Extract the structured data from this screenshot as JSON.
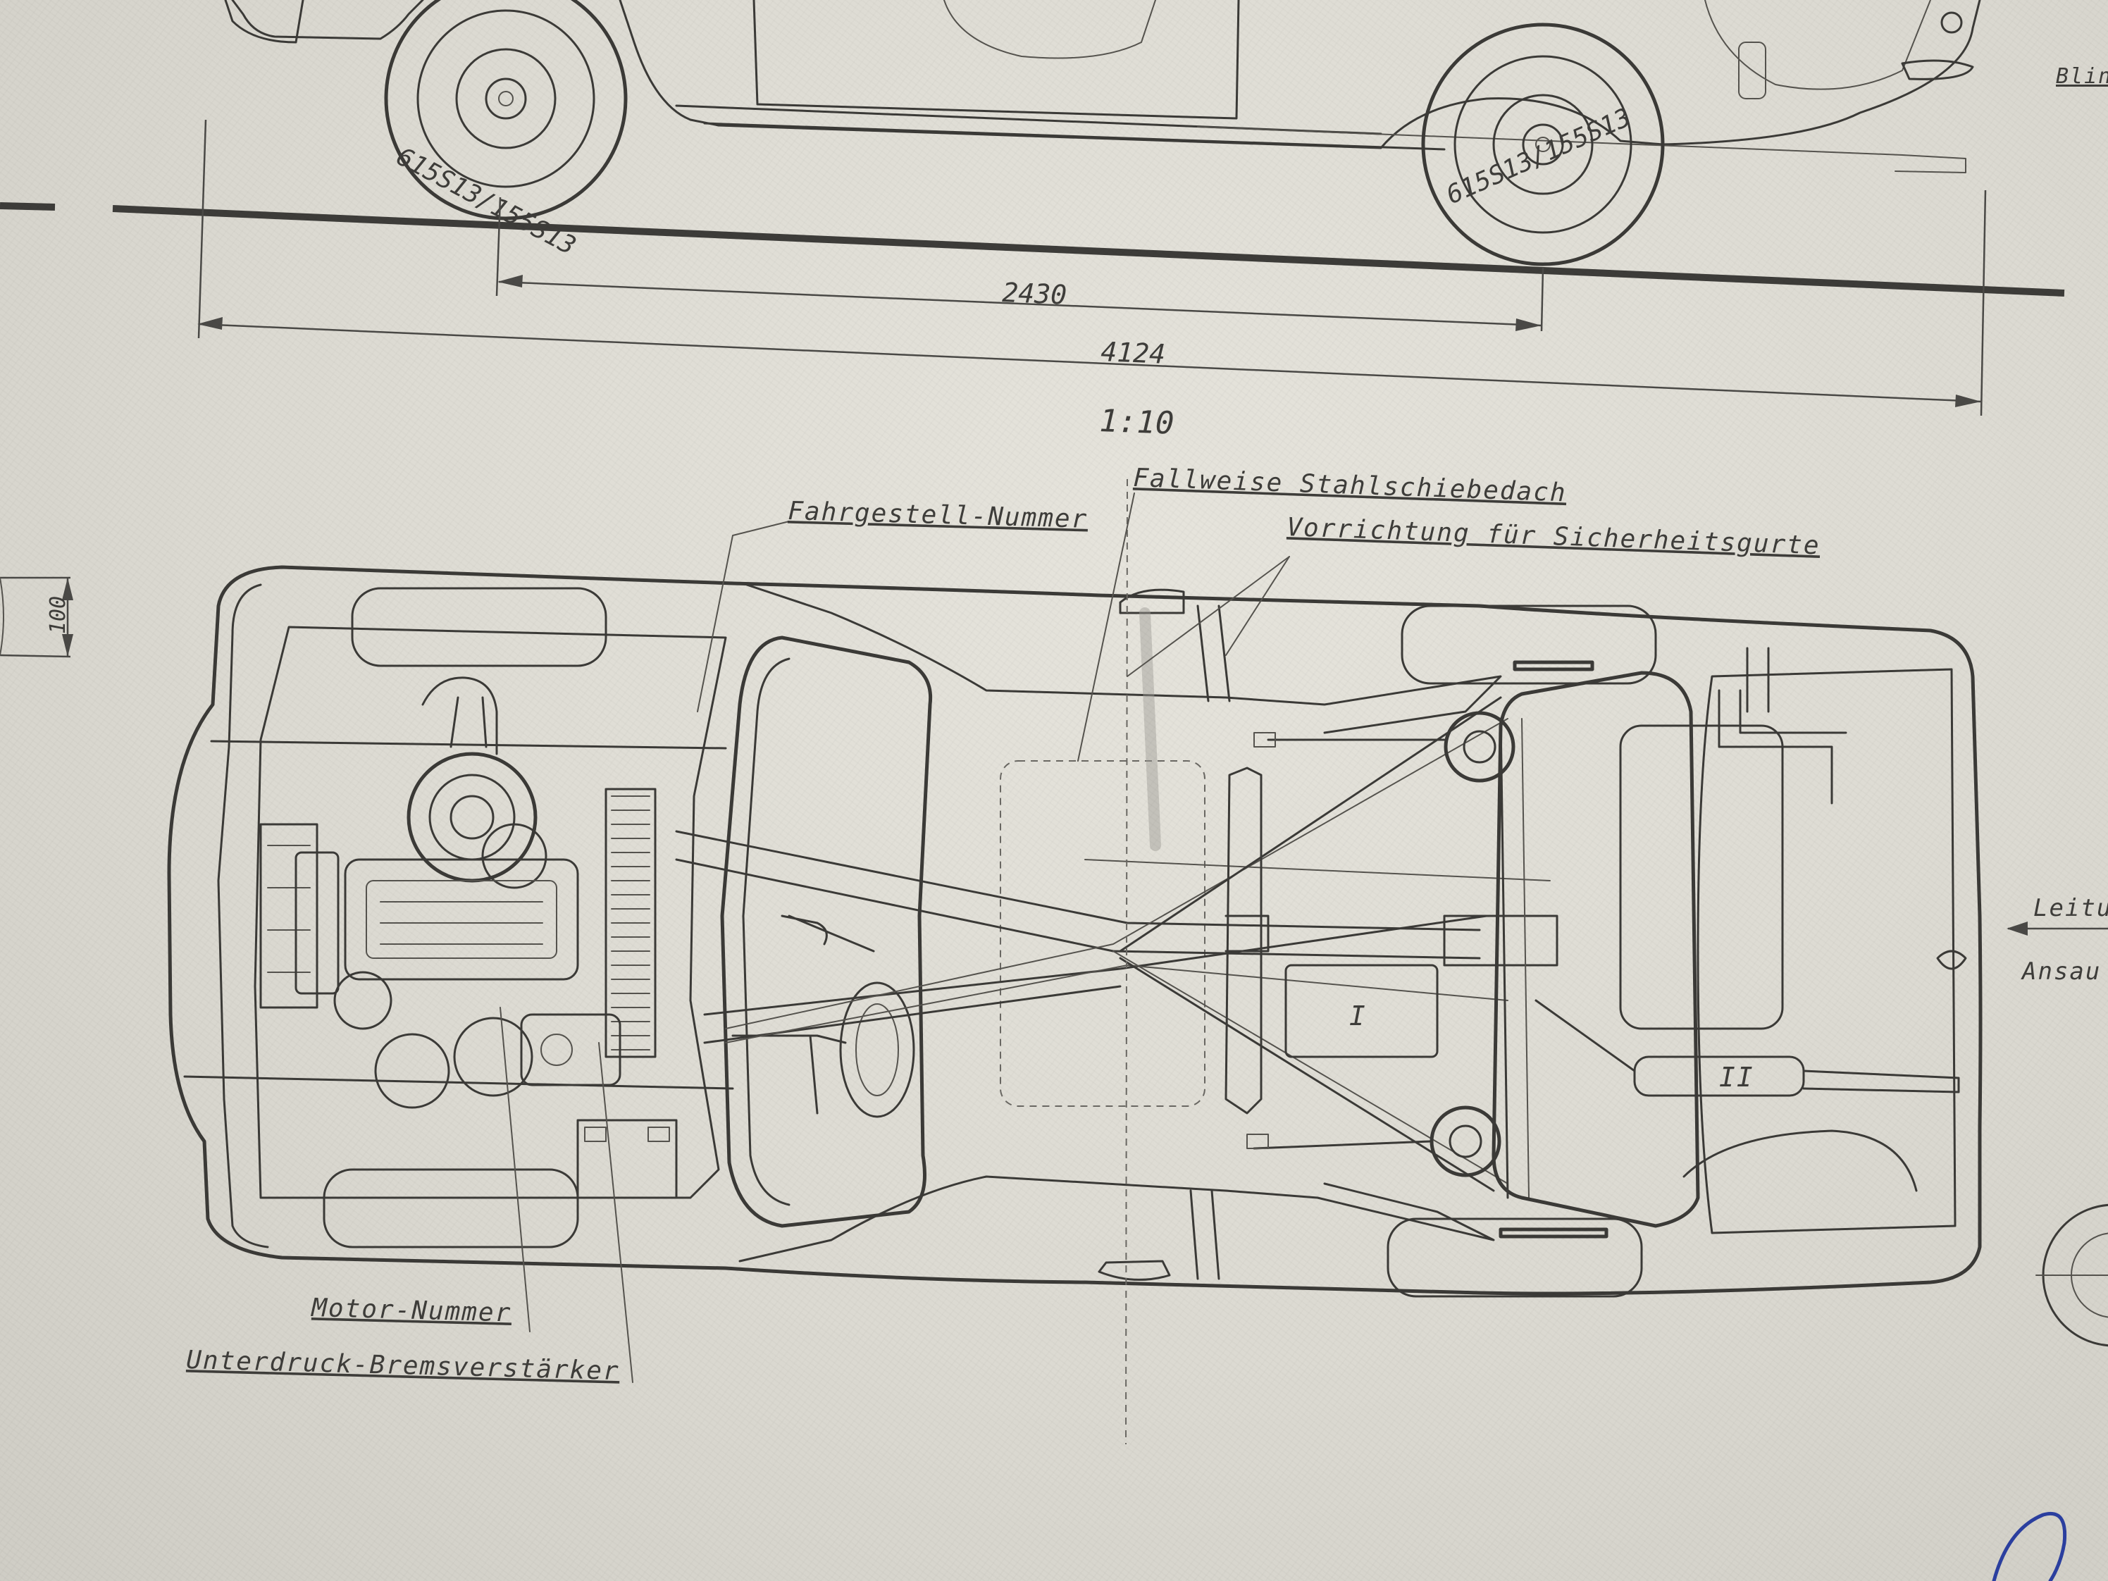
{
  "labels": {
    "fahrgestell": "Fahrgestell-Nummer",
    "schiebedach": "Fallweise Stahlschiebedach",
    "sicherheitsgurte": "Vorrichtung für Sicherheitsgurte",
    "motor": "Motor-Nummer",
    "bremsverstaerker": "Unterdruck-Bremsverstärker",
    "blink_partial": "Blink",
    "leitung_partial": "Leitun",
    "ansaug_partial": "Ansau"
  },
  "dimensions": {
    "wheelbase": "2430",
    "overall_length": "4124",
    "scale": "1:10",
    "side_offset": "100"
  },
  "tires": {
    "front": "615S13/155S13",
    "rear": "615S13/155S13"
  },
  "component_marks": {
    "tank_i": "I",
    "muffler_ii": "II"
  }
}
